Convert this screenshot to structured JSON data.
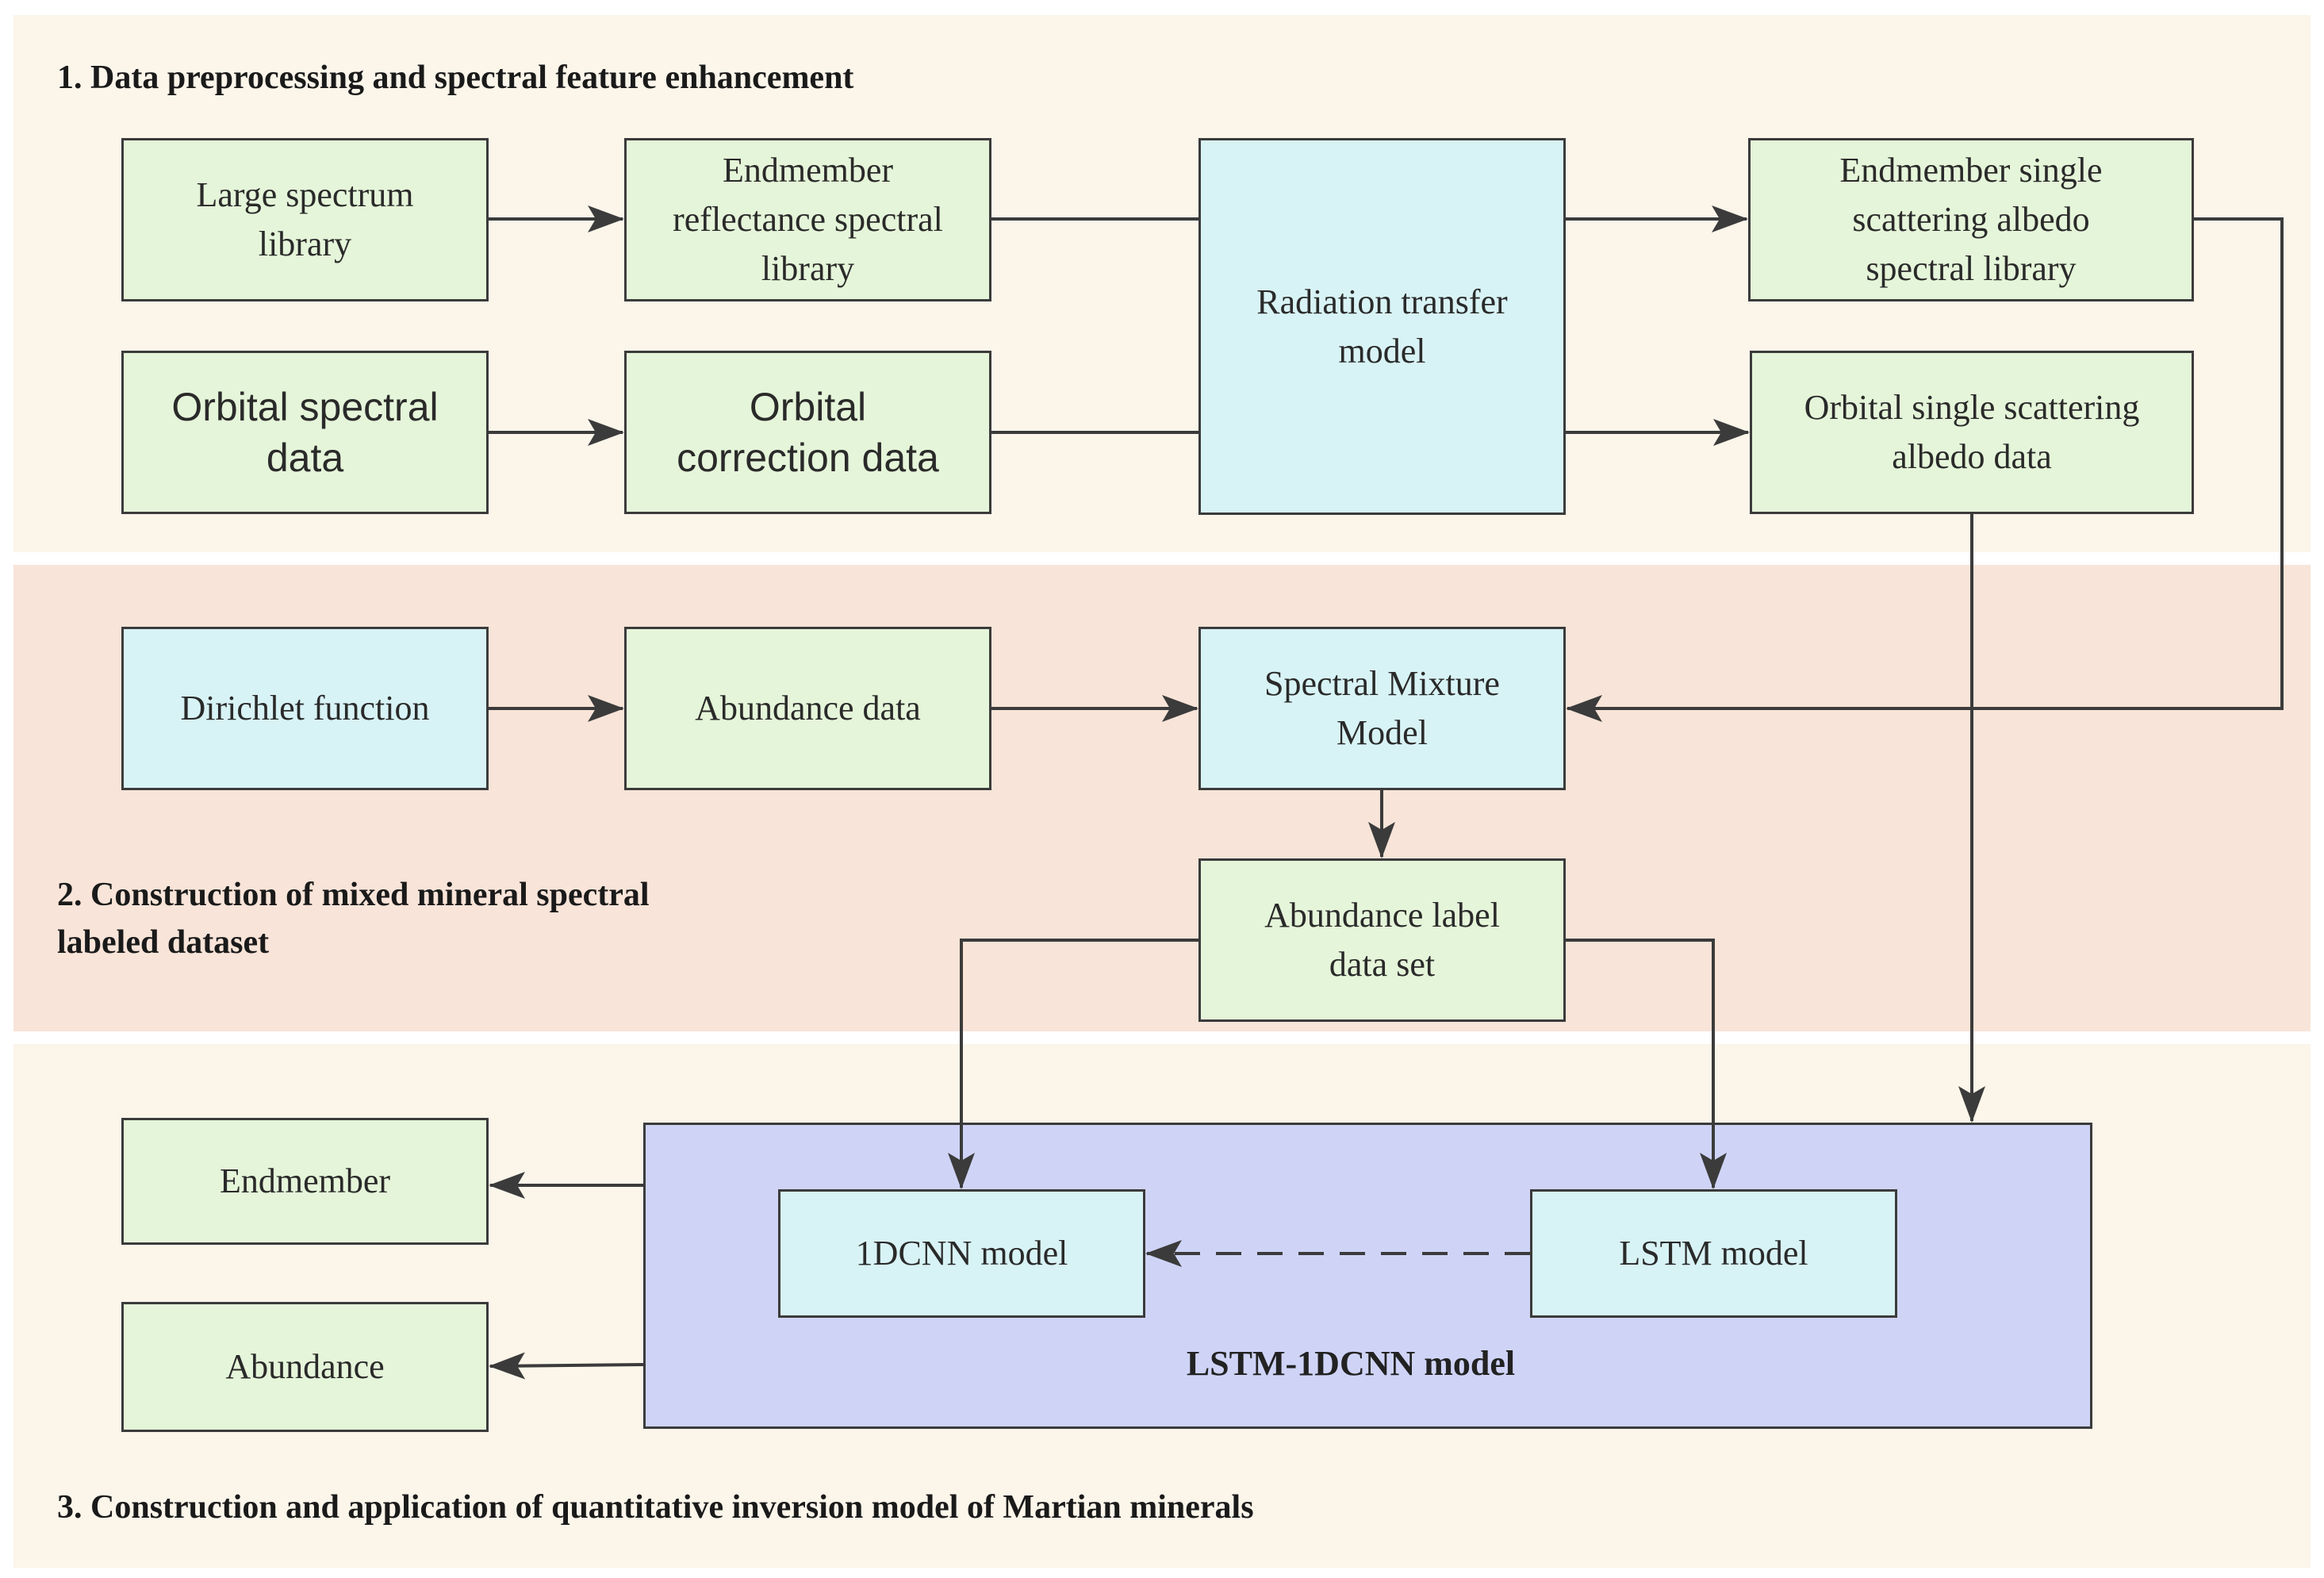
{
  "sections": {
    "s1": "1. Data preprocessing and spectral feature enhancement",
    "s2": "2. Construction of mixed mineral spectral\nlabeled dataset",
    "s3": "3. Construction and application of quantitative inversion model of Martian minerals"
  },
  "nodes": {
    "large_spectrum_library": "Large spectrum\nlibrary",
    "endmember_reflectance_library": "Endmember\nreflectance spectral\nlibrary",
    "radiation_transfer_model": "Radiation transfer\nmodel",
    "endmember_ssa_library": "Endmember single\nscattering albedo\nspectral library",
    "orbital_spectral_data": "Orbital spectral\ndata",
    "orbital_correction_data": "Orbital\ncorrection data",
    "orbital_ssa_data": "Orbital single scattering\nalbedo data",
    "dirichlet_function": "Dirichlet function",
    "abundance_data": "Abundance data",
    "spectral_mixture_model": "Spectral Mixture\nModel",
    "abundance_label_dataset": "Abundance label\ndata set",
    "endmember_output": "Endmember",
    "abundance_output": "Abundance",
    "cnn_model": "1DCNN model",
    "lstm_model": "LSTM model"
  },
  "container_label": "LSTM-1DCNN model",
  "colors": {
    "process_fill": "#e5f5d9",
    "method_fill": "#d8f3f5",
    "model_container_fill": "#cfd4f7",
    "band_light": "#fbf5ea",
    "band_salmon": "#f8e4d8",
    "line": "#3b3b3b"
  }
}
